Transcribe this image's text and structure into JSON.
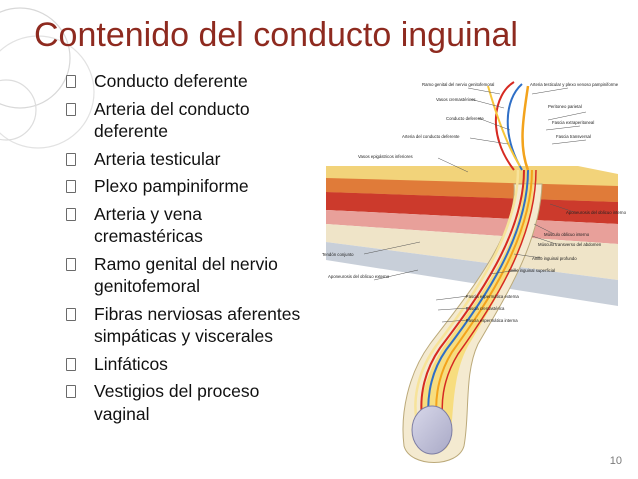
{
  "slide": {
    "title": "Contenido del conducto inguinal",
    "page_number": "10",
    "bullets": [
      {
        "lines": [
          "Conducto deferente"
        ]
      },
      {
        "lines": [
          "Arteria del conducto",
          "deferente"
        ]
      },
      {
        "lines": [
          "Arteria testicular"
        ]
      },
      {
        "lines": [
          "Plexo pampiniforme"
        ]
      },
      {
        "lines": [
          "Arteria y vena",
          "cremastéricas"
        ]
      },
      {
        "lines": [
          "Ramo genital del nervio",
          "genitofemoral"
        ]
      },
      {
        "lines": [
          "Fibras nerviosas aferentes",
          "simpáticas y viscerales"
        ]
      },
      {
        "lines": [
          "Linfáticos"
        ]
      },
      {
        "lines": [
          "Vestigios del proceso",
          "vaginal"
        ]
      }
    ]
  },
  "diagram": {
    "labels": {
      "ramo_genital": "Ramo genital del nervio genitofemoral",
      "arteria_testicular": "Arteria testicular y plexo venoso pampiniforme",
      "vasos_cremastericos": "Vasos cremastéricos",
      "peritoneo_parietal": "Peritoneo parietal",
      "conducto_deferente": "Conducto deferente",
      "fascia_extraperitoneal": "Fascia extraperitoneal",
      "arteria_conducto": "Arteria del conducto deferente",
      "fascia_transversal": "Fascia transversal",
      "vasos_epigastricos": "Vasos epigástricos inferiores",
      "aponeurosis_oblicuo_interno": "Aponeurosis del oblicuo interno",
      "musculo_oblicuo_interno": "Músculo oblicuo interno",
      "musculo_transverso": "Músculo transverso del abdomen",
      "tendon_conjunto": "Tendón conjunto",
      "anillo_profundo": "Anillo inguinal profundo",
      "aponeurosis_oblicuo_externo": "Aponeurosis del oblicuo externo",
      "anillo_superficial": "Anillo inguinal superficial",
      "fascia_espermatica_externa": "Fascia espermática externa",
      "fascia_cremasterica": "Fascia cremastérica",
      "fascia_espermatica_interna": "Fascia espermática interna"
    }
  }
}
